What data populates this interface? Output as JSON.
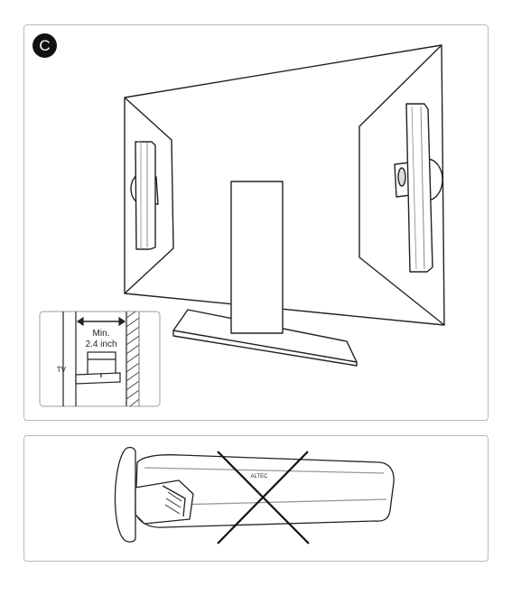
{
  "step_label": "C",
  "inset": {
    "clearance_line1": "Min.",
    "clearance_line2": "2.4 inch",
    "tv_label": "TV"
  },
  "soundbar_brand": "ALTEC"
}
